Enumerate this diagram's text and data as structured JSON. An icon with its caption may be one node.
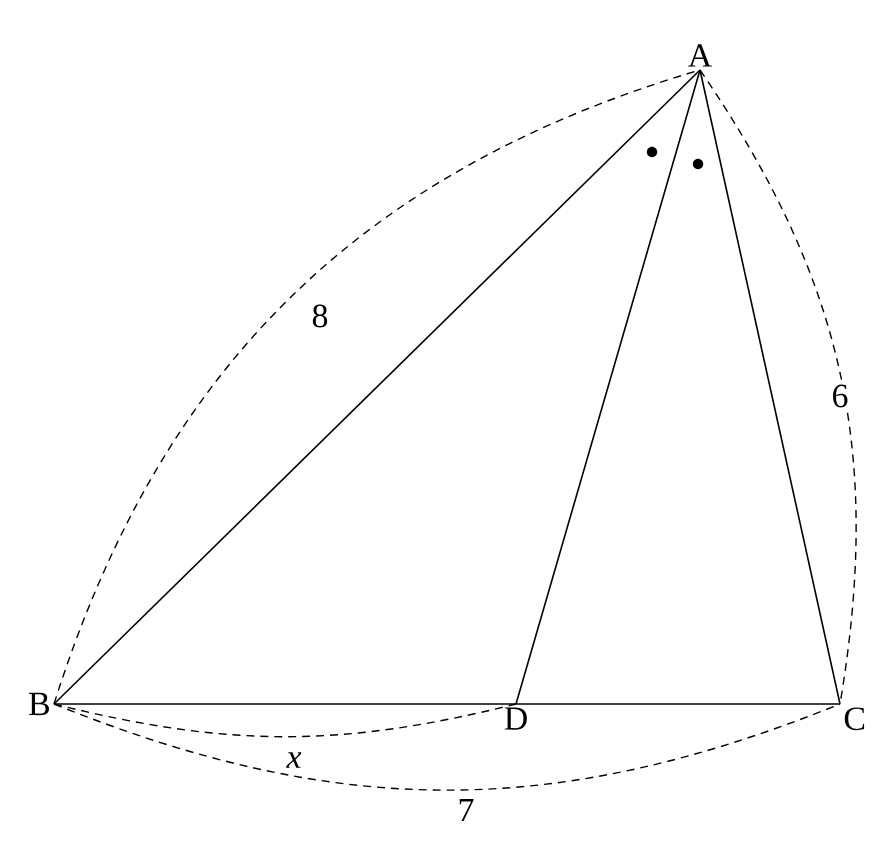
{
  "diagram": {
    "nodes": [
      {
        "text": [
          "A"
        ]
      },
      {
        "text": [
          "B"
        ]
      },
      {
        "text": [
          "D"
        ]
      },
      {
        "text": [
          "C"
        ]
      }
    ],
    "edges": [
      {
        "from": 0,
        "to": 1,
        "arrow": "none"
      },
      {
        "from": 0,
        "to": 2,
        "arrow": "none"
      },
      {
        "from": 0,
        "to": 3,
        "arrow": "none"
      },
      {
        "from": 1,
        "to": 2,
        "arrow": "none"
      },
      {
        "from": 2,
        "to": 3,
        "arrow": "none"
      }
    ],
    "labels": [
      "8",
      "6",
      "x",
      "7"
    ]
  }
}
